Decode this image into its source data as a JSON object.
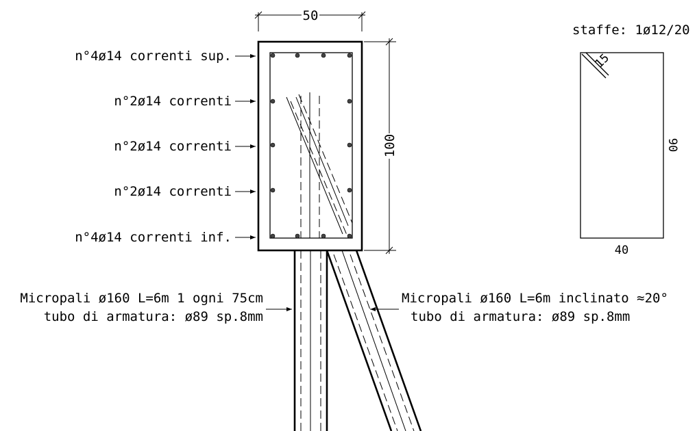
{
  "section": {
    "width_dim": "50",
    "height_dim": "100"
  },
  "rebar_labels": {
    "top": "n°4ø14 correnti sup.",
    "side1": "n°2ø14 correnti",
    "side2": "n°2ø14 correnti",
    "side3": "n°2ø14 correnti",
    "bottom": "n°4ø14 correnti inf."
  },
  "stirrup": {
    "title": "staffe: 1ø12/20",
    "hook": "15",
    "height": "90",
    "width": "40"
  },
  "micropile_vertical": {
    "line1": "Micropali ø160 L=6m 1 ogni 75cm",
    "line2": "tubo di armatura: ø89 sp.8mm"
  },
  "micropile_inclined": {
    "line1": "Micropali ø160 L=6m inclinato ≈20°",
    "line2": "tubo di armatura: ø89 sp.8mm"
  }
}
